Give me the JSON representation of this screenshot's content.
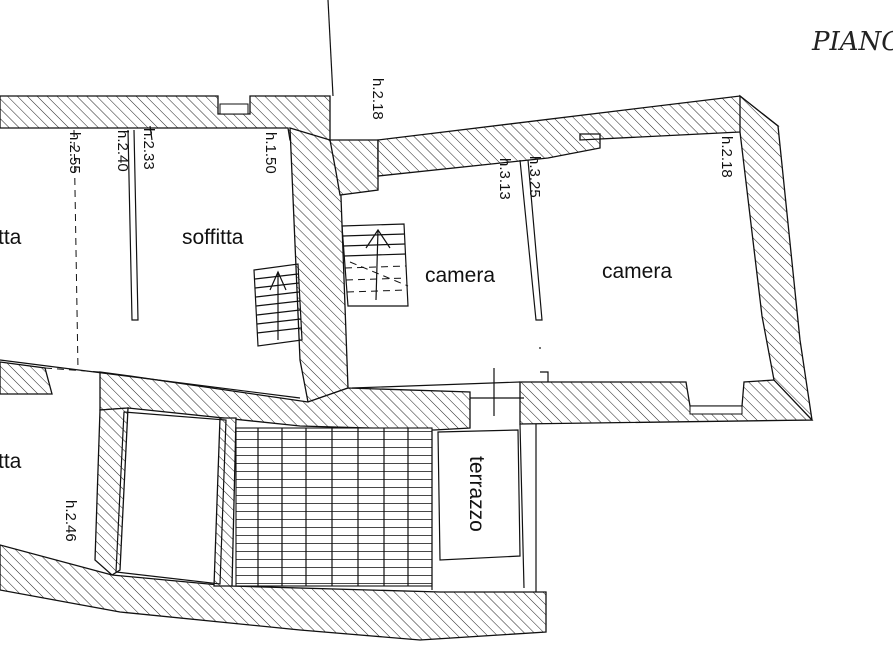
{
  "plan": {
    "title": "PIANO",
    "rooms": {
      "soffitta_left": "tta",
      "soffitta": "soffitta",
      "camera_1": "camera",
      "camera_2": "camera",
      "soffitta_lower_left": "tta",
      "terrazzo": "terrazzo"
    },
    "heights": {
      "h_2_18_top": "h.2.18",
      "h_2_55": "h.2.55",
      "h_2_40": "h.2.40",
      "h_2_33": "h.2.33",
      "h_1_50": "h.1.50",
      "h_3_13": "h.3.13",
      "h_3_25": "h.3.25",
      "h_2_18_right": "h.2.18",
      "h_2_46": "h.2.46"
    }
  }
}
